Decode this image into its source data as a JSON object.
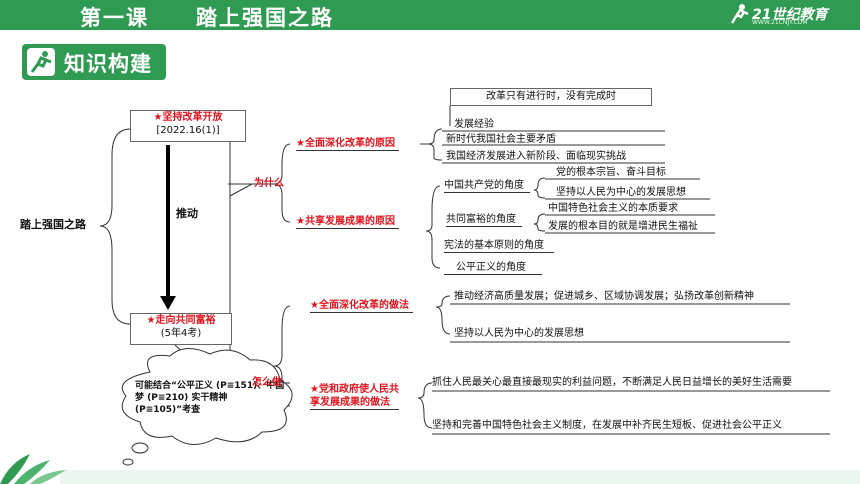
{
  "header": {
    "lesson": "第一课",
    "title": "踏上强国之路",
    "logo_text": "21世纪教育",
    "logo_sub": "WWW.21CNJY.COM"
  },
  "section": {
    "title": "知识构建"
  },
  "root": {
    "label": "踏上强国之路"
  },
  "node_reform": {
    "title": "★坚持改革开放",
    "ref": "[2022.16(1)]"
  },
  "node_common": {
    "title": "★走向共同富裕",
    "ref": "(5年4考)"
  },
  "arrow_label": "推动",
  "why": {
    "label": "为什么"
  },
  "how": {
    "label": "怎么做"
  },
  "why_reform": {
    "title": "★全面深化改革的原因",
    "callout": "改革只有进行时，没有完成时",
    "items": [
      "发展经验",
      "新时代我国社会主要矛盾",
      "我国经济发展进入新阶段、面临现实挑战"
    ]
  },
  "why_share": {
    "title": "★共享发展成果的原因",
    "party": {
      "label": "中国共产党的角度",
      "items": [
        "党的根本宗旨、奋斗目标",
        "坚持以人民为中心的发展思想"
      ]
    },
    "common": {
      "label": "共同富裕的角度",
      "items": [
        "中国特色社会主义的本质要求",
        "发展的根本目的就是增进民生福祉"
      ]
    },
    "constitution": "宪法的基本原则的角度",
    "justice": "公平正义的角度"
  },
  "how_reform": {
    "title": "★全面深化改革的做法",
    "items": [
      "推动经济高质量发展；促进城乡、区域协调发展；弘扬改革创新精神",
      "坚持以人民为中心的发展思想"
    ]
  },
  "how_share": {
    "title_line1": "★党和政府使人民共",
    "title_line2": "享发展成果的做法",
    "items": [
      "抓住人民最关心最直接最现实的利益问题，不断满足人民日益增长的美好生活需要",
      "坚持和完善中国特色社会主义制度，在发展中补齐民生短板、促进社会公平正义"
    ]
  },
  "cloud": {
    "text": "可能结合“公平正义 (P≡151)、中国梦 (P≡210) 实干精神 (P≡105)”考查"
  },
  "colors": {
    "brand_green": "#2f9a52",
    "accent_red": "#e0141e"
  }
}
